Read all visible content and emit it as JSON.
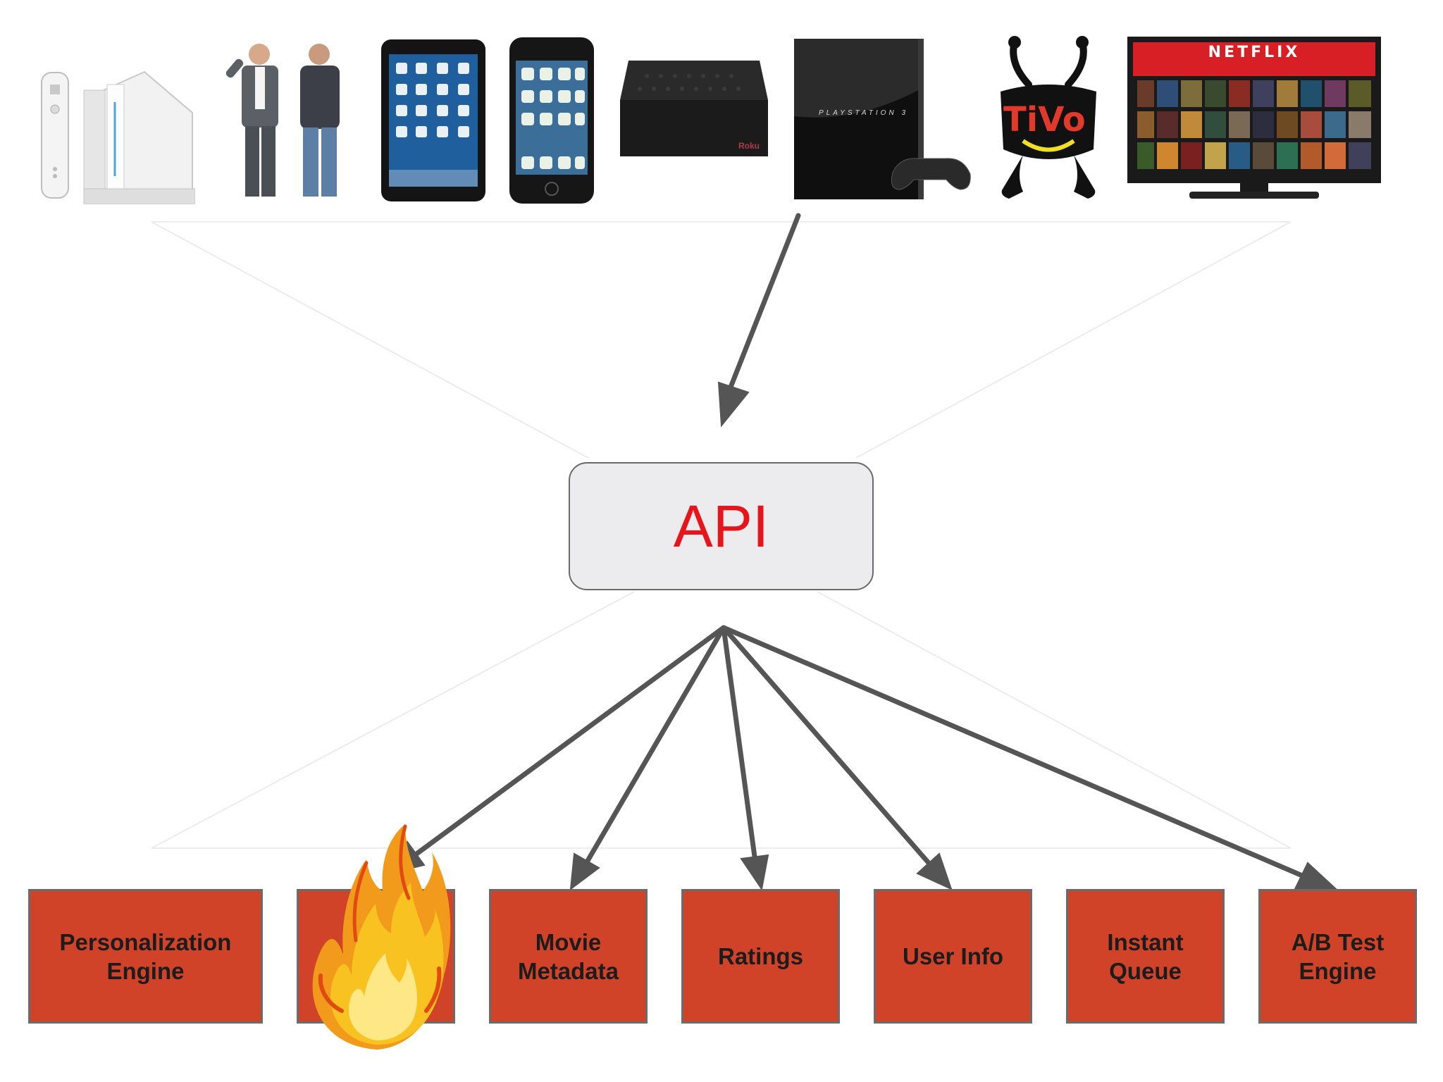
{
  "devices": [
    {
      "name": "nintendo-wii"
    },
    {
      "name": "mac-pc-people"
    },
    {
      "name": "ipad"
    },
    {
      "name": "iphone"
    },
    {
      "name": "roku-box",
      "label": "Roku"
    },
    {
      "name": "playstation-3",
      "label": "PLAYSTATION 3"
    },
    {
      "name": "tivo",
      "label": "TiVo"
    },
    {
      "name": "netflix-tv",
      "label": "NETFLIX"
    }
  ],
  "api": {
    "label": "API"
  },
  "services": [
    {
      "label": "Personalization\nEngine",
      "burning": false
    },
    {
      "label": "",
      "burning": true
    },
    {
      "label": "Movie\nMetadata",
      "burning": false
    },
    {
      "label": "Ratings",
      "burning": false
    },
    {
      "label": "User Info",
      "burning": false
    },
    {
      "label": "Instant\nQueue",
      "burning": false
    },
    {
      "label": "A/B Test\nEngine",
      "burning": false
    }
  ],
  "colors": {
    "service_fill": "#d04328",
    "service_border": "#6b6b6b",
    "api_fill": "#ececef",
    "api_text": "#e8141b",
    "arrow": "#555555",
    "netflix_red": "#d81f26"
  }
}
